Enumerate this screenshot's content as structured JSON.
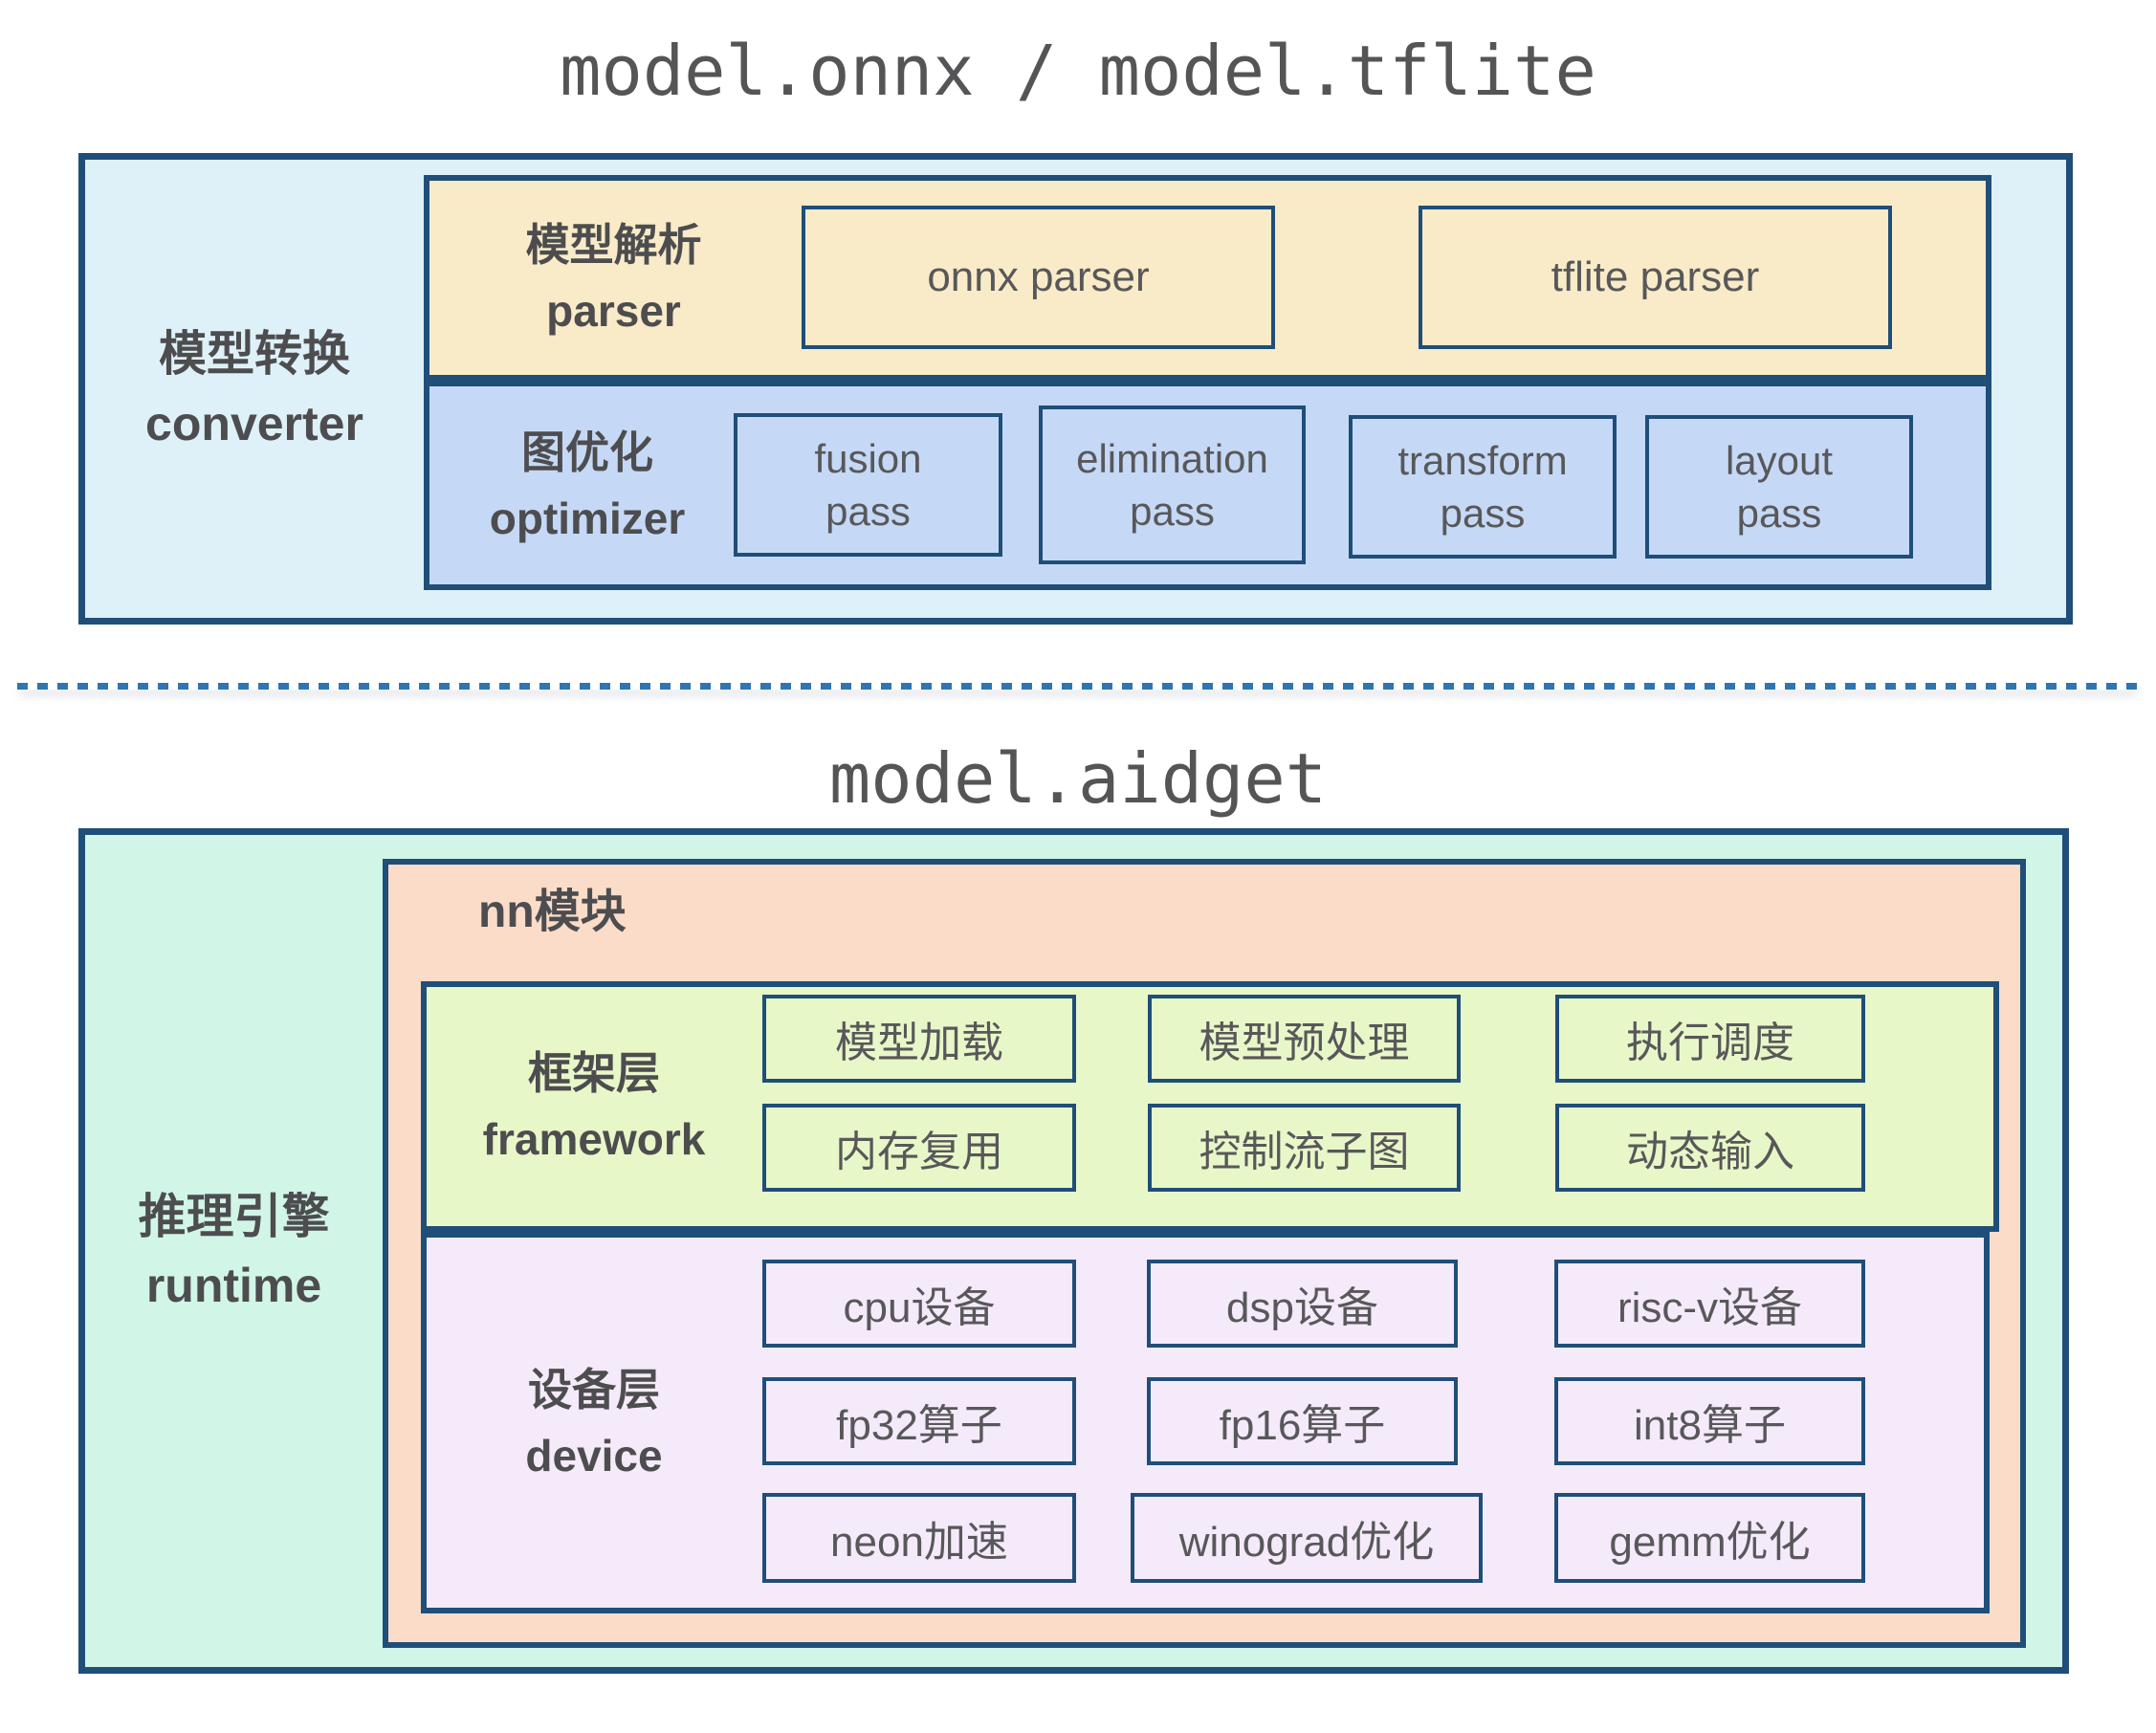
{
  "top": {
    "title": "model.onnx / model.tflite",
    "converter": {
      "label_zh": "模型转换",
      "label_en": "converter",
      "parser": {
        "label_zh": "模型解析",
        "label_en": "parser",
        "items": [
          "onnx parser",
          "tflite parser"
        ]
      },
      "optimizer": {
        "label_zh": "图优化",
        "label_en": "optimizer",
        "items": [
          "fusion\npass",
          "elimination\npass",
          "transform\npass",
          "layout\npass"
        ]
      }
    }
  },
  "bottom": {
    "title": "model.aidget",
    "runtime": {
      "label_zh": "推理引擎",
      "label_en": "runtime",
      "nn": {
        "label": "nn模块",
        "framework": {
          "label_zh": "框架层",
          "label_en": "framework",
          "items": [
            "模型加载",
            "模型预处理",
            "执行调度",
            "内存复用",
            "控制流子图",
            "动态输入"
          ]
        },
        "device": {
          "label_zh": "设备层",
          "label_en": "device",
          "items": [
            "cpu设备",
            "dsp设备",
            "risc-v设备",
            "fp32算子",
            "fp16算子",
            "int8算子",
            "neon加速",
            "winograd优化",
            "gemm优化"
          ]
        }
      }
    }
  },
  "colors": {
    "border_navy": "#1f4e79",
    "converter_bg": "#def1f8",
    "parser_bg": "#f9ebc8",
    "optimizer_bg": "#c5d9f6",
    "runtime_bg": "#d1f6e7",
    "nn_bg": "#fadcc9",
    "framework_bg": "#e8f7c8",
    "device_bg": "#f5eafa",
    "divider_dash": "#2e75b6",
    "title_text": "#555557",
    "label_text": "#4d4d4f",
    "item_text": "#58585a"
  }
}
